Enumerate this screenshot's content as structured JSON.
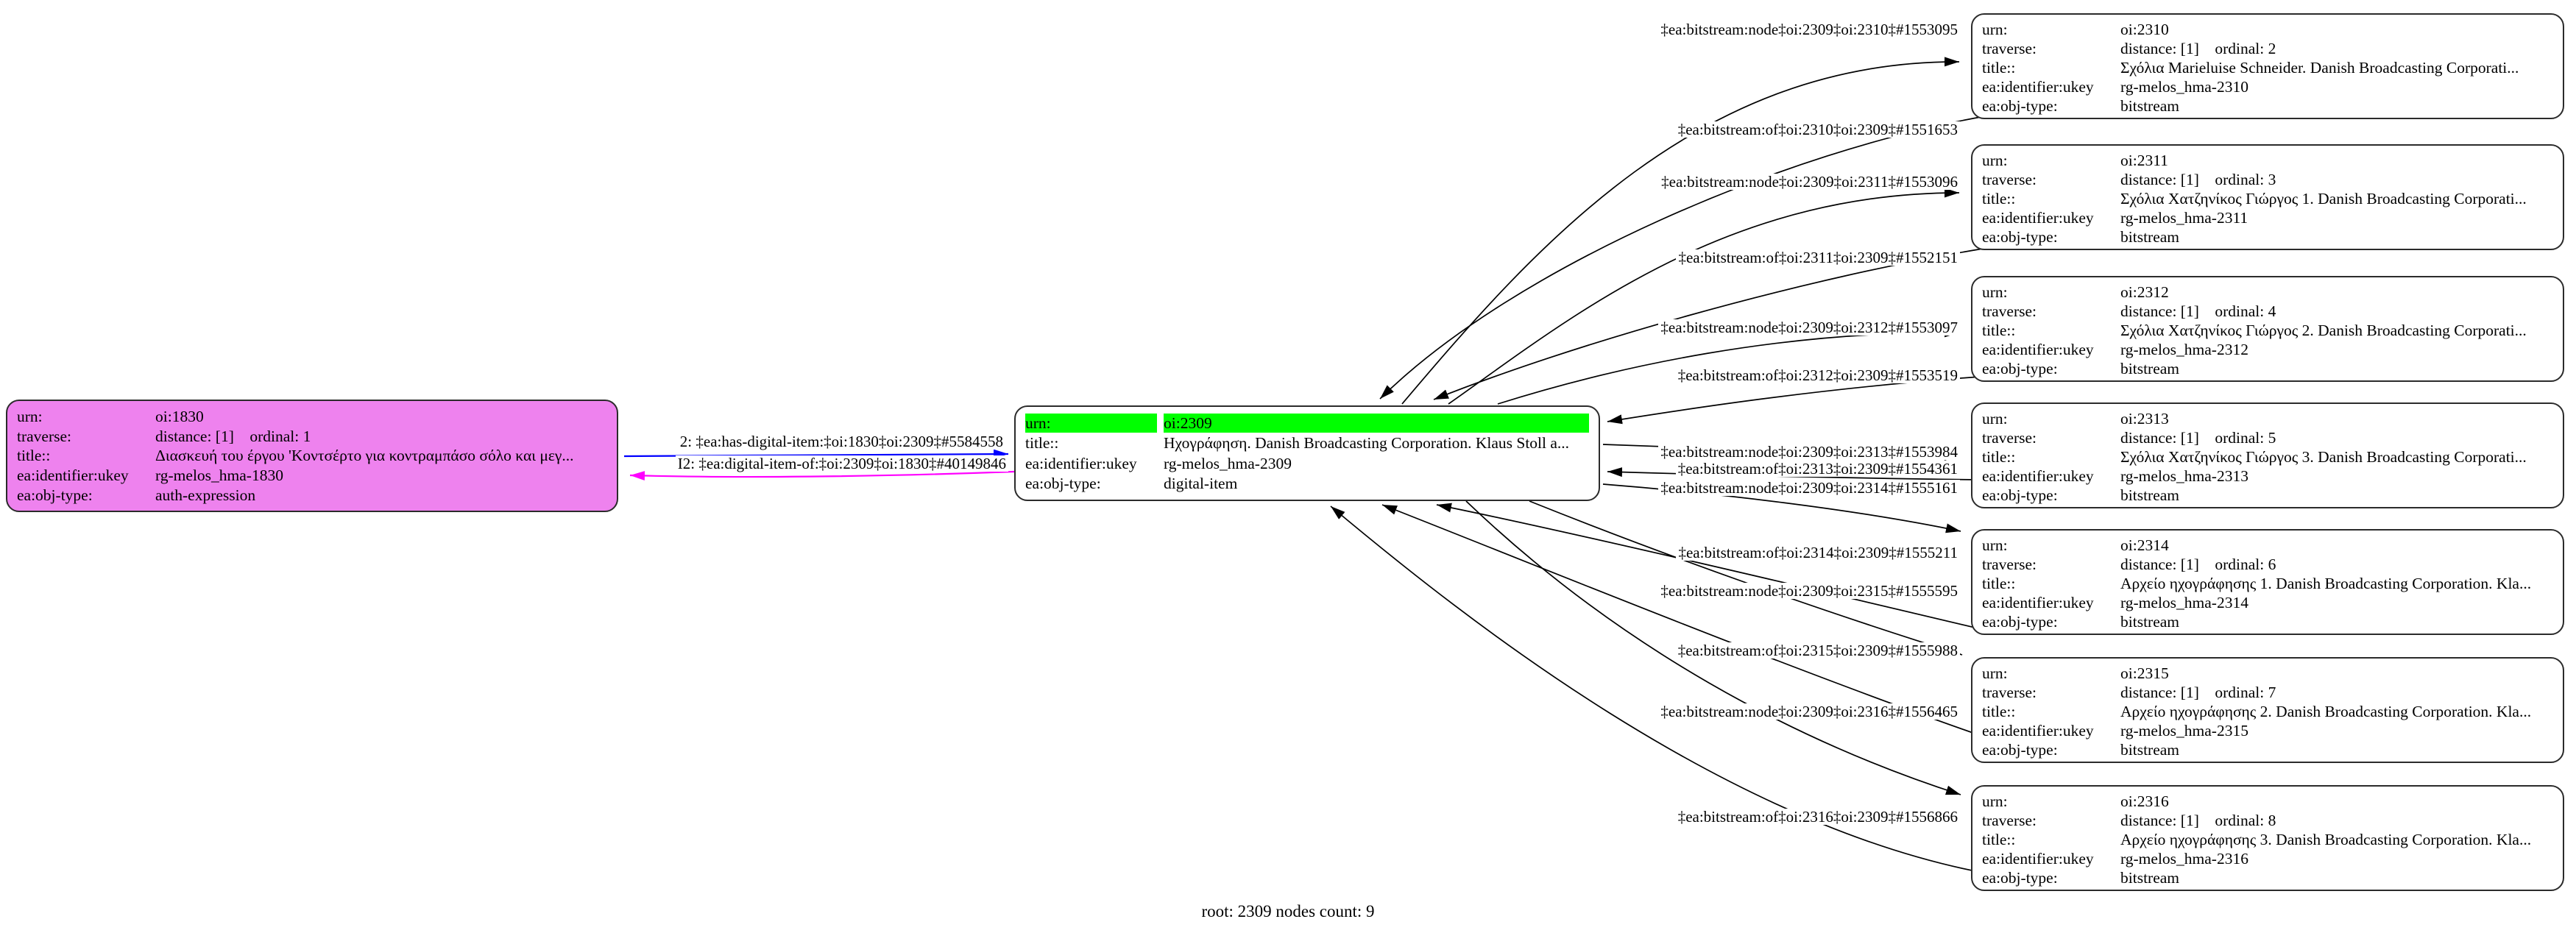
{
  "caption": "root: 2309 nodes count: 9",
  "colors": {
    "root_highlight": "#00ff00",
    "auth_node_fill": "#ee82ee",
    "edge_forward": "#0000ff",
    "edge_inverse": "#ff00ff",
    "edge_default": "#000000"
  },
  "field_labels": {
    "urn": "urn:",
    "traverse": "traverse:",
    "title": "title::",
    "ukey": "ea:identifier:ukey",
    "objtype": "ea:obj-type:"
  },
  "nodes": [
    {
      "urn": "oi:1830",
      "traverse": "distance: [1]    ordinal: 1",
      "title": "Διασκευή του έργου 'Κοντσέρτο για κοντραμπάσο σόλο και μεγ...",
      "ukey": "rg-melos_hma-1830",
      "objtype": "auth-expression"
    },
    {
      "urn": "oi:2309",
      "title": "Ηχογράφηση. Danish Broadcasting Corporation. Klaus Stoll a...",
      "ukey": "rg-melos_hma-2309",
      "objtype": "digital-item"
    },
    {
      "urn": "oi:2310",
      "traverse": "distance: [1]    ordinal: 2",
      "title": "Σχόλια Marieluise Schneider. Danish Broadcasting Corporati...",
      "ukey": "rg-melos_hma-2310",
      "objtype": "bitstream"
    },
    {
      "urn": "oi:2311",
      "traverse": "distance: [1]    ordinal: 3",
      "title": "Σχόλια Χατζηνίκος Γιώργος 1. Danish Broadcasting Corporati...",
      "ukey": "rg-melos_hma-2311",
      "objtype": "bitstream"
    },
    {
      "urn": "oi:2312",
      "traverse": "distance: [1]    ordinal: 4",
      "title": "Σχόλια Χατζηνίκος Γιώργος 2. Danish Broadcasting Corporati...",
      "ukey": "rg-melos_hma-2312",
      "objtype": "bitstream"
    },
    {
      "urn": "oi:2313",
      "traverse": "distance: [1]    ordinal: 5",
      "title": "Σχόλια Χατζηνίκος Γιώργος 3. Danish Broadcasting Corporati...",
      "ukey": "rg-melos_hma-2313",
      "objtype": "bitstream"
    },
    {
      "urn": "oi:2314",
      "traverse": "distance: [1]    ordinal: 6",
      "title": "Αρχείο ηχογράφησης 1. Danish Broadcasting Corporation. Kla...",
      "ukey": "rg-melos_hma-2314",
      "objtype": "bitstream"
    },
    {
      "urn": "oi:2315",
      "traverse": "distance: [1]    ordinal: 7",
      "title": "Αρχείο ηχογράφησης 2. Danish Broadcasting Corporation. Kla...",
      "ukey": "rg-melos_hma-2315",
      "objtype": "bitstream"
    },
    {
      "urn": "oi:2316",
      "traverse": "distance: [1]    ordinal: 8",
      "title": "Αρχείο ηχογράφησης 3. Danish Broadcasting Corporation. Kla...",
      "ukey": "rg-melos_hma-2316",
      "objtype": "bitstream"
    }
  ],
  "edges": [
    {
      "label": "2: ‡ea:has-digital-item:‡oi:1830‡oi:2309‡#5584558",
      "color": "#0000ff"
    },
    {
      "label": "I2: ‡ea:digital-item-of:‡oi:2309‡oi:1830‡#40149846",
      "color": "#ff00ff"
    },
    {
      "label": "‡ea:bitstream:node‡oi:2309‡oi:2310‡#1553095",
      "color": "#000000"
    },
    {
      "label": "‡ea:bitstream:of‡oi:2310‡oi:2309‡#1551653",
      "color": "#000000"
    },
    {
      "label": "‡ea:bitstream:node‡oi:2309‡oi:2311‡#1553096",
      "color": "#000000"
    },
    {
      "label": "‡ea:bitstream:of‡oi:2311‡oi:2309‡#1552151",
      "color": "#000000"
    },
    {
      "label": "‡ea:bitstream:node‡oi:2309‡oi:2312‡#1553097",
      "color": "#000000"
    },
    {
      "label": "‡ea:bitstream:of‡oi:2312‡oi:2309‡#1553519",
      "color": "#000000"
    },
    {
      "label": "‡ea:bitstream:node‡oi:2309‡oi:2313‡#1553984",
      "color": "#000000"
    },
    {
      "label": "‡ea:bitstream:of‡oi:2313‡oi:2309‡#1554361",
      "color": "#000000"
    },
    {
      "label": "‡ea:bitstream:node‡oi:2309‡oi:2314‡#1555161",
      "color": "#000000"
    },
    {
      "label": "‡ea:bitstream:of‡oi:2314‡oi:2309‡#1555211",
      "color": "#000000"
    },
    {
      "label": "‡ea:bitstream:node‡oi:2309‡oi:2315‡#1555595",
      "color": "#000000"
    },
    {
      "label": "‡ea:bitstream:of‡oi:2315‡oi:2309‡#1555988",
      "color": "#000000"
    },
    {
      "label": "‡ea:bitstream:node‡oi:2309‡oi:2316‡#1556465",
      "color": "#000000"
    },
    {
      "label": "‡ea:bitstream:of‡oi:2316‡oi:2309‡#1556866",
      "color": "#000000"
    }
  ]
}
